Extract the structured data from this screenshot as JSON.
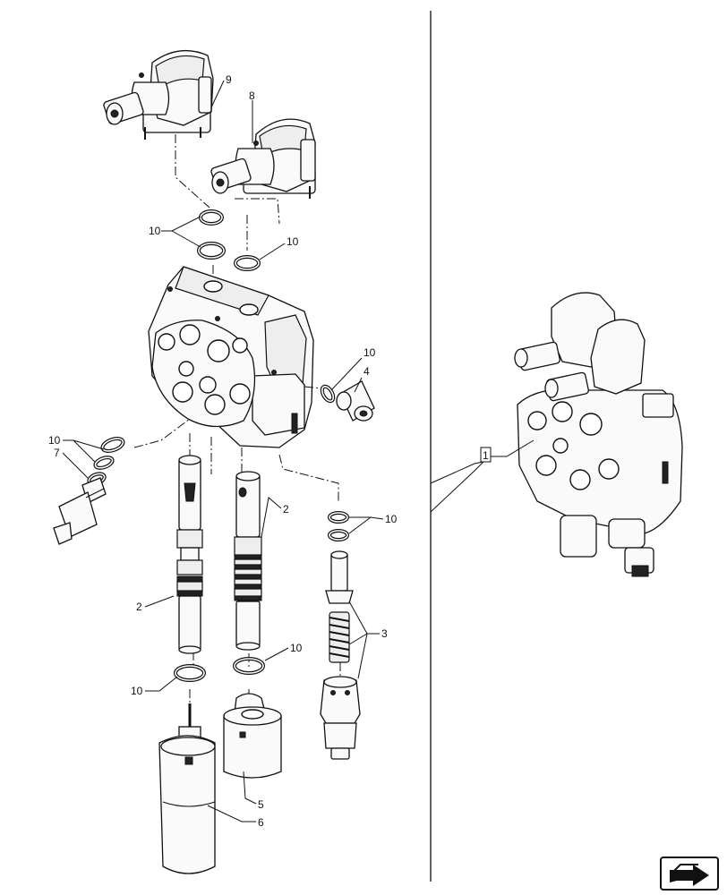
{
  "callouts": {
    "c1": "1",
    "c2a": "2",
    "c2b": "2",
    "c3": "3",
    "c4": "4",
    "c5": "5",
    "c6": "6",
    "c7": "7",
    "c8": "8",
    "c9": "9",
    "c10a": "10",
    "c10b": "10",
    "c10c": "10",
    "c10d": "10",
    "c10e": "10",
    "c10f": "10",
    "c10g": "10"
  },
  "icons": {
    "nav": "next-page-arrow-icon"
  }
}
